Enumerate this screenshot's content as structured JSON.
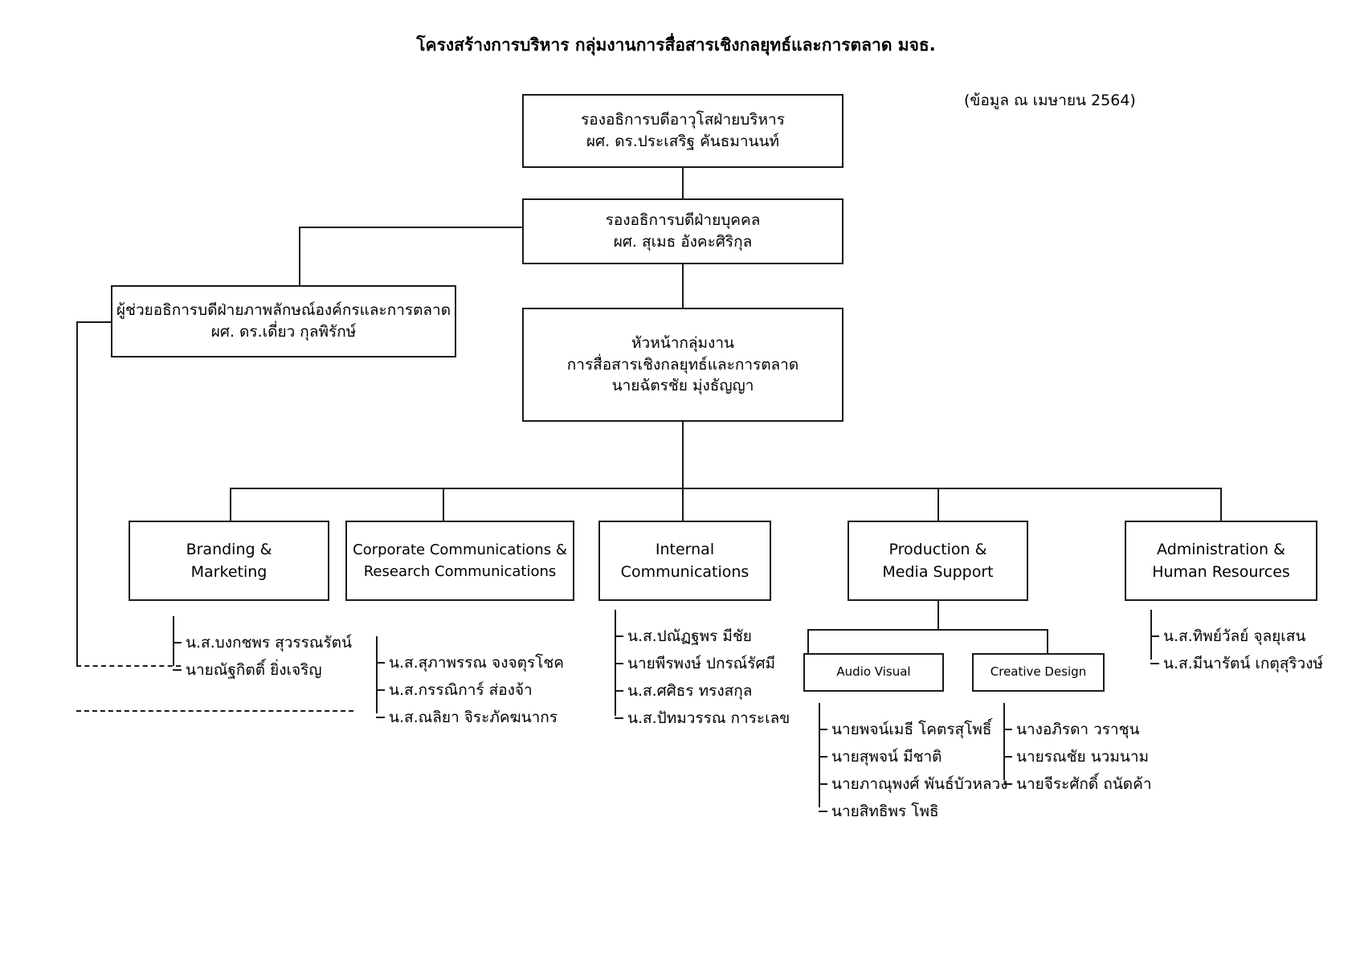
{
  "page": {
    "title": "โครงสร้างการบริหาร กลุ่มงานการสื่อสารเชิงกลยุทธ์และการตลาด มจธ.",
    "date_note": "(ข้อมูล ณ เมษายน 2564)",
    "line_color": "#1a1a1a",
    "background": "#ffffff"
  },
  "nodes": {
    "senior_vp": {
      "line1": "รองอธิการบดีอาวุโสฝ่ายบริหาร",
      "line2": "ผศ. ดร.ประเสริฐ  คันธมานนท์"
    },
    "vp_personnel": {
      "line1": "รองอธิการบดีฝ่ายบุคคล",
      "line2": "ผศ. สุเมธ อังคะศิริกุล"
    },
    "assistant_vp": {
      "line1": "ผู้ช่วยอธิการบดีฝ่ายภาพลักษณ์องค์กรและการตลาด",
      "line2": "ผศ. ดร.เดี่ยว  กุลพิรักษ์"
    },
    "group_head": {
      "line1": "หัวหน้ากลุ่มงาน",
      "line2": "การสื่อสารเชิงกลยุทธ์และการตลาด",
      "line3": "นายฉัตรชัย มุ่งธัญญา"
    }
  },
  "departments": [
    {
      "id": "branding-marketing",
      "line1": "Branding &",
      "line2": "Marketing",
      "staff": [
        "น.ส.บงกชพร สุวรรณรัตน์",
        "นายณัฐกิตติ์  ยิ่งเจริญ"
      ]
    },
    {
      "id": "corporate-communications",
      "line1": "Corporate Communications &",
      "line2": "Research Communications",
      "staff": [
        "น.ส.สุภาพรรณ  จงจตุรโชค",
        "น.ส.กรรณิการ์  ส่องจ้า",
        "น.ส.ณลิยา จิระภัคฆนากร"
      ]
    },
    {
      "id": "internal-communications",
      "line1": "Internal",
      "line2": "Communications",
      "staff": [
        "น.ส.ปณัฏฐพร  มีชัย",
        "นายพีรพงษ์  ปกรณ์รัศมี",
        "น.ส.ศศิธร  ทรงสกุล",
        "น.ส.ปัทมวรรณ การะเลข"
      ]
    },
    {
      "id": "production-media-support",
      "line1": "Production &",
      "line2": "Media Support",
      "staff": [],
      "subunits": [
        {
          "id": "audio-visual",
          "label": "Audio Visual",
          "staff": [
            "นายพจน์เมธี โคตรสุโพธิ์",
            "นายสุพจน์  มีชาติ",
            "นายภาณุพงศ์ พันธ์บัวหลวง",
            "นายสิทธิพร โพธิ"
          ]
        },
        {
          "id": "creative-design",
          "label": "Creative Design",
          "staff": [
            "นางอภิรดา  วราชุน",
            "นายรณชัย นวมนาม",
            "นายจีระศักดิ์  ถนัดค้า"
          ]
        }
      ]
    },
    {
      "id": "administration-human-resources",
      "line1": "Administration &",
      "line2": "Human Resources",
      "staff": [
        "น.ส.ทิพย์วัลย์  จุลยุเสน",
        "น.ส.มีนารัตน์ เกตุสุริวงษ์"
      ]
    }
  ]
}
